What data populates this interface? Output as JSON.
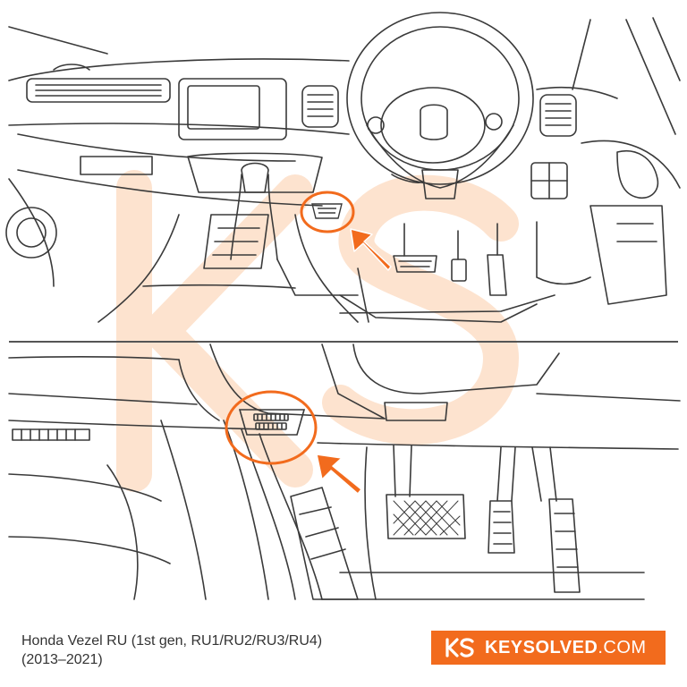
{
  "caption": {
    "line1": "Honda Vezel RU (1st gen, RU1/RU2/RU3/RU4)",
    "line2": "(2013–2021)"
  },
  "brand": {
    "name_bold": "KEYSOLVED",
    "name_suffix": ".COM",
    "color": "#f26b1d"
  },
  "colors": {
    "line": "#3a3a3a",
    "accent": "#f26b1d",
    "watermark": "#fde3cf",
    "divider": "#555555"
  },
  "icons": {
    "brand_mark": "ks-logo-mark",
    "pointer": "arrow-pointer-icon"
  }
}
